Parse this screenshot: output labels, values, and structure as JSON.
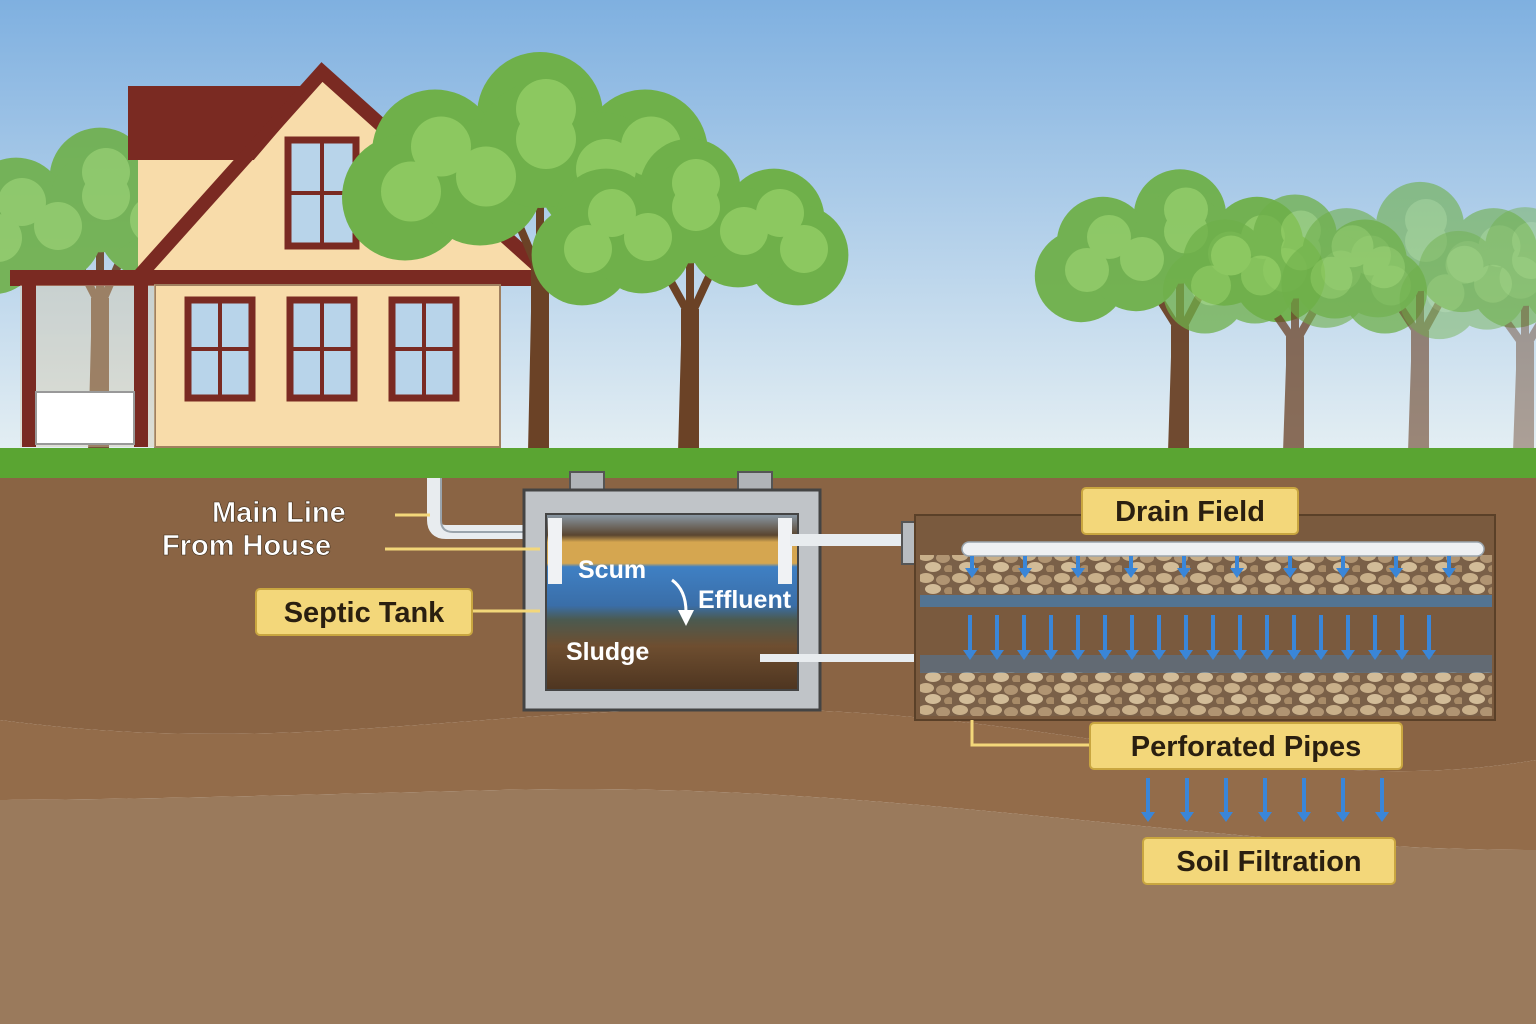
{
  "labels": {
    "main_line": [
      "Main Line",
      "From House"
    ],
    "septic_tank": "Septic Tank",
    "scum": "Scum",
    "effluent": "Effluent",
    "sludge": "Sludge",
    "drain_field": "Drain Field",
    "perforated_pipes": "Perforated Pipes",
    "soil_filtration": "Soil Filtration"
  },
  "colors": {
    "sky_top": "#7fb0e0",
    "sky_bottom": "#e6f0f5",
    "grass": "#5aa532",
    "soil": "#8a6444",
    "soil_deep": "#9a7a5c",
    "label_box": "#f3d77a",
    "label_border": "#c9a640",
    "water": "#3f7fc2",
    "house_wall": "#f8dcaa",
    "roof": "#7a2a22"
  }
}
